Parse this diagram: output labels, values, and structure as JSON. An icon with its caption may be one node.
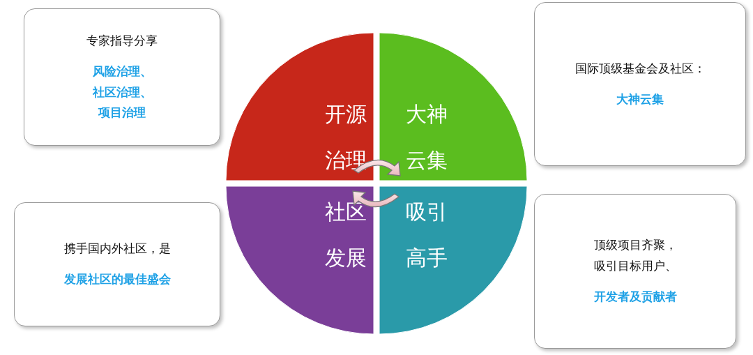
{
  "diagram": {
    "nodes": [
      {
        "text": [
          "专家指导分享",
          "风险治理、社区治理、项目治理"
        ]
      },
      {
        "text": [
          "开源治理"
        ]
      },
      {
        "text": [
          "大神云集"
        ]
      },
      {
        "text": [
          "国际顶级基金会及社区：",
          "大神云集"
        ]
      },
      {
        "text": [
          "携手国内外社区，是",
          "发展社区的最佳盛会"
        ]
      },
      {
        "text": [
          "社区发展"
        ]
      },
      {
        "text": [
          "吸引高手"
        ]
      },
      {
        "text": [
          "顶级项目齐聚，吸引目标用户、",
          "开发者及贡献者"
        ]
      }
    ]
  }
}
